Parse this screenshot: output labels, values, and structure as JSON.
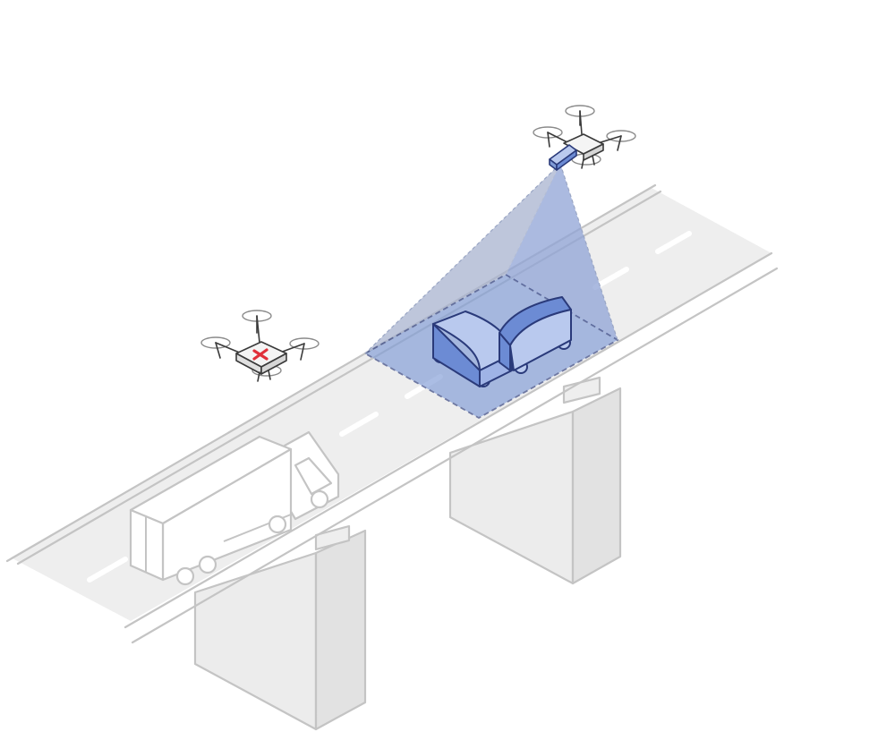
{
  "scene": {
    "colors": {
      "background": "#ffffff",
      "road_surface": "#eeeeee",
      "road_edge": "#c4c4c4",
      "lane_marking": "#ffffff",
      "pillar_fill": "#eeeeee",
      "pillar_stroke": "#c4c4c4",
      "truck_stroke": "#c4c4c4",
      "truck_fill": "#ffffff",
      "drone_stroke": "#3a3a3a",
      "drone_body": "#f4f4f4",
      "medical_cross": "#e0303a",
      "camera_body": "#7f9bd6",
      "scan_cone": "#a8b3cf",
      "scan_area": "#7f9bd6",
      "scan_outline": "#2a3a7a",
      "car_dark": "#6c8bd4",
      "car_light": "#b9c9ee",
      "car_stroke": "#2a3a7a"
    },
    "objects": {
      "bridge": "elevated-highway-bridge",
      "truck": "box-truck",
      "medical_drone": "medical-delivery-drone",
      "camera_drone": "surveillance-camera-drone",
      "detected_vehicles": "collided-cars",
      "icons": [
        "medical-cross-icon",
        "camera-icon",
        "propeller-icon"
      ]
    }
  }
}
